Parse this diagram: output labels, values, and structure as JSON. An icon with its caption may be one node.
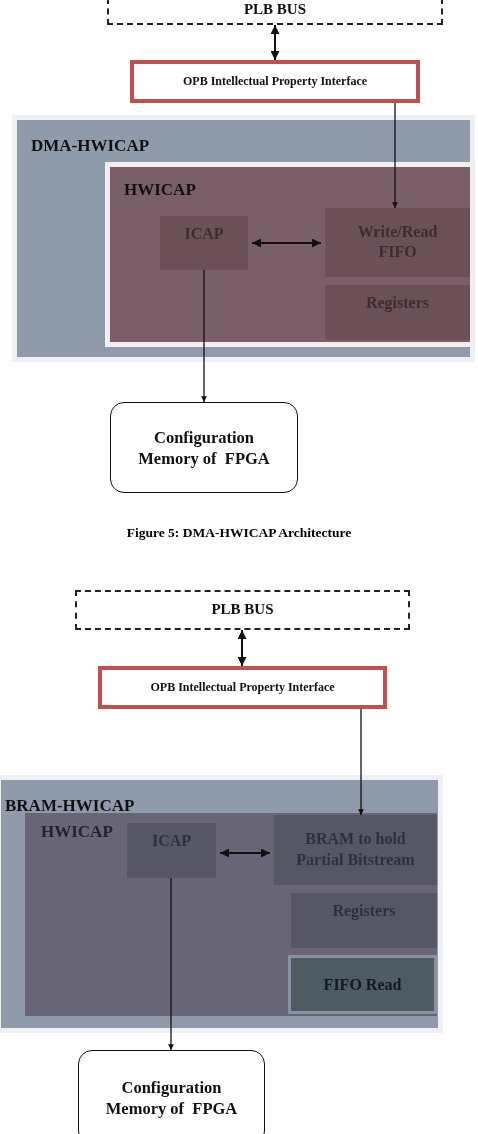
{
  "diagram": {
    "caption": "Figure 5: DMA-HWICAP Architecture",
    "nodes": [
      {
        "text": [
          "PLB BUS"
        ]
      },
      {
        "text": [
          "OPB Intellectual Property Interface"
        ]
      },
      {
        "text": [
          "DMA-HWICAP"
        ]
      },
      {
        "text": [
          "HWICAP"
        ],
        "in": 2
      },
      {
        "text": [
          "ICAP"
        ],
        "in": 3
      },
      {
        "text": [
          "Write/Read FIFO"
        ],
        "in": 3
      },
      {
        "text": [
          "Registers"
        ],
        "in": 3
      },
      {
        "text": [
          "Configuration Memory of  FPGA"
        ]
      },
      {
        "text": [
          "PLB BUS"
        ]
      },
      {
        "text": [
          "OPB Intellectual Property Interface"
        ]
      },
      {
        "text": [
          "BRAM-HWICAP"
        ]
      },
      {
        "text": [
          "HWICAP"
        ],
        "in": 10
      },
      {
        "text": [
          "ICAP"
        ],
        "in": 11
      },
      {
        "text": [
          "BRAM to hold Partial Bitstream"
        ],
        "in": 11
      },
      {
        "text": [
          "Registers"
        ],
        "in": 11
      },
      {
        "text": [
          "FIFO Read"
        ],
        "in": 11
      },
      {
        "text": [
          "Configuration Memory of  FPGA"
        ]
      }
    ],
    "edges": [
      {
        "from": 0,
        "to": 1,
        "arrow": "both"
      },
      {
        "from": 1,
        "to": 5,
        "arrow": "to"
      },
      {
        "from": 4,
        "to": 5,
        "arrow": "both"
      },
      {
        "from": 4,
        "to": 7,
        "arrow": "to"
      },
      {
        "from": 8,
        "to": 9,
        "arrow": "both"
      },
      {
        "from": 9,
        "to": 13,
        "arrow": "to"
      },
      {
        "from": 12,
        "to": 13,
        "arrow": "both"
      },
      {
        "from": 12,
        "to": 16,
        "arrow": "to"
      }
    ]
  }
}
